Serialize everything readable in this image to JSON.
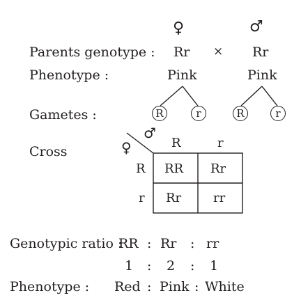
{
  "symbols": {
    "female": "♀",
    "male": "♂",
    "cross": "×"
  },
  "parents": {
    "label": "Parents genotype :",
    "female_genotype": "Rr",
    "male_genotype": "Rr"
  },
  "phenotype_row": {
    "label": "Phenotype :",
    "female_phenotype": "Pink",
    "male_phenotype": "Pink"
  },
  "gametes": {
    "label": "Gametes :",
    "female": [
      "R",
      "r"
    ],
    "male": [
      "R",
      "r"
    ]
  },
  "cross": {
    "label": "Cross",
    "column_headers": [
      "R",
      "r"
    ],
    "row_headers": [
      "R",
      "r"
    ],
    "cells": [
      [
        "RR",
        "Rr"
      ],
      [
        "Rr",
        "rr"
      ]
    ]
  },
  "genotypic_ratio": {
    "label": "Genotypic ratio :",
    "genotypes": [
      "RR",
      "Rr",
      "rr"
    ],
    "colon": ":",
    "ratio": [
      "1",
      "2",
      "1"
    ]
  },
  "phenotype_result": {
    "label": "Phenotype :",
    "phenotypes": [
      "Red",
      "Pink",
      "White"
    ],
    "colon": ":"
  },
  "colors": {
    "ink": "#231f20",
    "background": "#ffffff"
  }
}
